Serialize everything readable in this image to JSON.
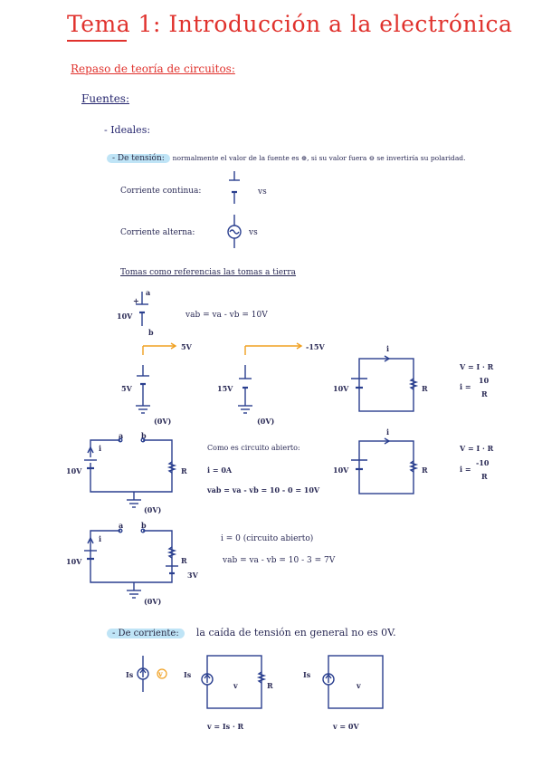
{
  "title": "Tema 1: Introducción a la electrónica",
  "section": "Repaso de teoría de circuitos:",
  "subsection": "Fuentes:",
  "ideales": "- Ideales:",
  "tension": {
    "label": "- De tensión:",
    "text": "normalmente el valor de la fuente es ⊕, si su valor fuera ⊖ se invertiría su polaridad.",
    "continua": "Corriente continua:",
    "alterna": "Corriente alterna:",
    "vs": "vs",
    "referencias": "Tomas como referencias las tomas a tierra"
  },
  "ex1": {
    "v": "10V",
    "a": "a",
    "b": "b",
    "plus": "+",
    "minus": "-",
    "eq": "vab = va - vb = 10V"
  },
  "ex2": {
    "top": "5V",
    "v": "5V",
    "gnd": "(0V)"
  },
  "ex3": {
    "top": "-15V",
    "v": "15V",
    "gnd": "(0V)"
  },
  "ex4": {
    "i": "i",
    "v": "10V",
    "r": "R",
    "eq1": "V = I · R",
    "eq2_i": "i =",
    "eq2_num": "10",
    "eq2_den": "R"
  },
  "ex5": {
    "a": "a",
    "b": "b",
    "i": "i",
    "v": "10V",
    "r": "R",
    "gnd": "(0V)",
    "txt1": "Como es circuito abierto:",
    "txt2": "i = 0A",
    "txt3": "vab = va - vb = 10 - 0 = 10V"
  },
  "ex6": {
    "i": "i",
    "v": "10V",
    "r": "R",
    "eq1": "V = I · R",
    "eq2_i": "i =",
    "eq2_num": "-10",
    "eq2_den": "R"
  },
  "ex7": {
    "a": "a",
    "b": "b",
    "i": "i",
    "v": "10V",
    "r": "R",
    "v3": "3V",
    "gnd": "(0V)",
    "txt1": "i = 0  (circuito abierto)",
    "txt2": "vab = va - vb = 10 - 3 = 7V"
  },
  "corriente": {
    "label": "- De corriente:",
    "text": "la caída de tensión en general no es 0V.",
    "is": "Is",
    "v": "v",
    "r": "R",
    "eq1": "v = Is · R",
    "eq2": "v = 0V"
  },
  "colors": {
    "accent": "#e0322d",
    "ink": "#2a3f8f",
    "highlight": "#bfe4f6",
    "orange": "#f0a020"
  }
}
